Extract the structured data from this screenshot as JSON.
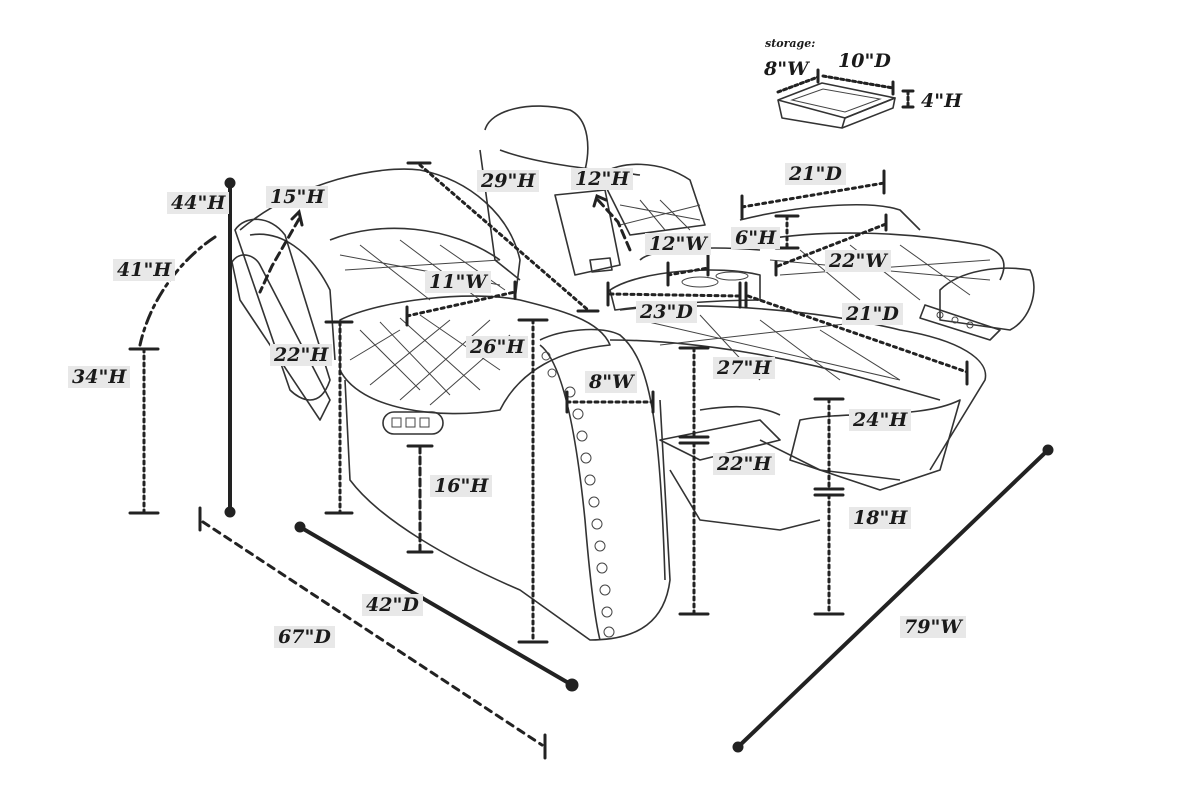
{
  "storage": {
    "caption": "storage:",
    "width": "8\"W",
    "depth": "10\"D",
    "height": "4\"H"
  },
  "dimensions": {
    "overall_height": "44\"H",
    "recline_height": "41\"H",
    "seat_back_height": "34\"H",
    "headrest_height": "15\"H",
    "arm_height": "22\"H",
    "arm_width": "11\"W",
    "back_height_29": "29\"H",
    "tray_height": "12\"H",
    "tray_width": "12\"W",
    "console_height": "6\"H",
    "seat_depth_21": "21\"D",
    "seat_width": "22\"W",
    "console_depth": "23\"D",
    "leg_depth_21": "21\"D",
    "arm_total_height": "26\"H",
    "arm_front_width": "8\"W",
    "height_27": "27\"H",
    "height_24": "24\"H",
    "height_22": "22\"H",
    "height_18": "18\"H",
    "height_16": "16\"H",
    "depth_42": "42\"D",
    "depth_67": "67\"D",
    "width_79": "79\"W"
  },
  "colors": {
    "ink": "#222222",
    "label_bg": "#e8e8e8",
    "background": "#ffffff"
  }
}
